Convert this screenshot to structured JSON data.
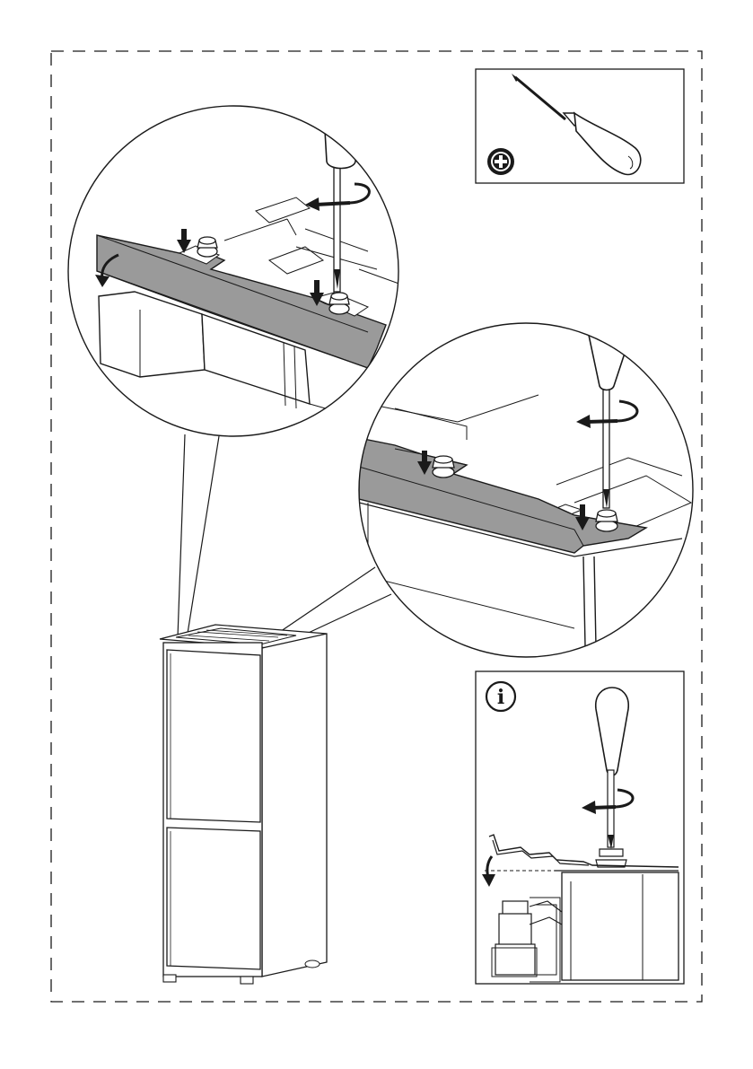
{
  "page": {
    "background": "#ffffff",
    "line_color": "#1a1a1a",
    "metal_color": "#9a9a9a",
    "appliance_color": "#ffffff"
  },
  "tool_box": {
    "tool": "phillips-screwdriver",
    "symbol": "phillips-screw-symbol"
  },
  "info_box": {
    "symbol_text": "i",
    "tool": "screwdriver"
  },
  "detail_views": [
    {
      "name": "left-corner-detail",
      "content": "bracket-screwed-to-cabinet-top"
    },
    {
      "name": "right-corner-detail",
      "content": "bracket-screwed-to-cabinet-top"
    }
  ],
  "appliance": {
    "type": "built-in-fridge-freezer",
    "doors": 2
  }
}
